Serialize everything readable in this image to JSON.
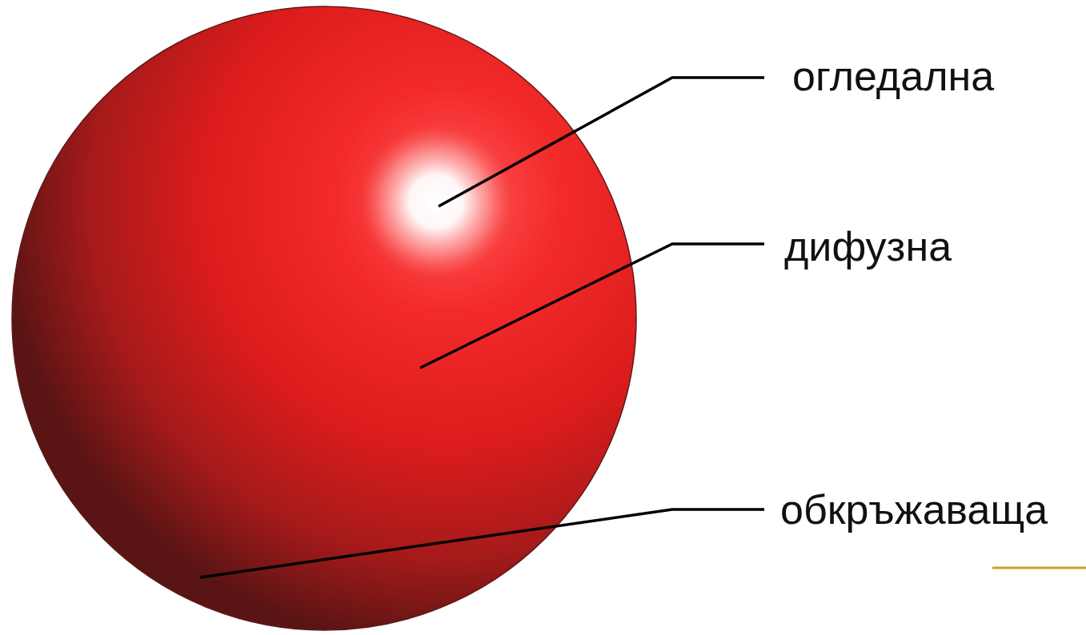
{
  "diagram": {
    "labels": [
      "огледална",
      "дифузна",
      "обкръжаваща"
    ]
  }
}
